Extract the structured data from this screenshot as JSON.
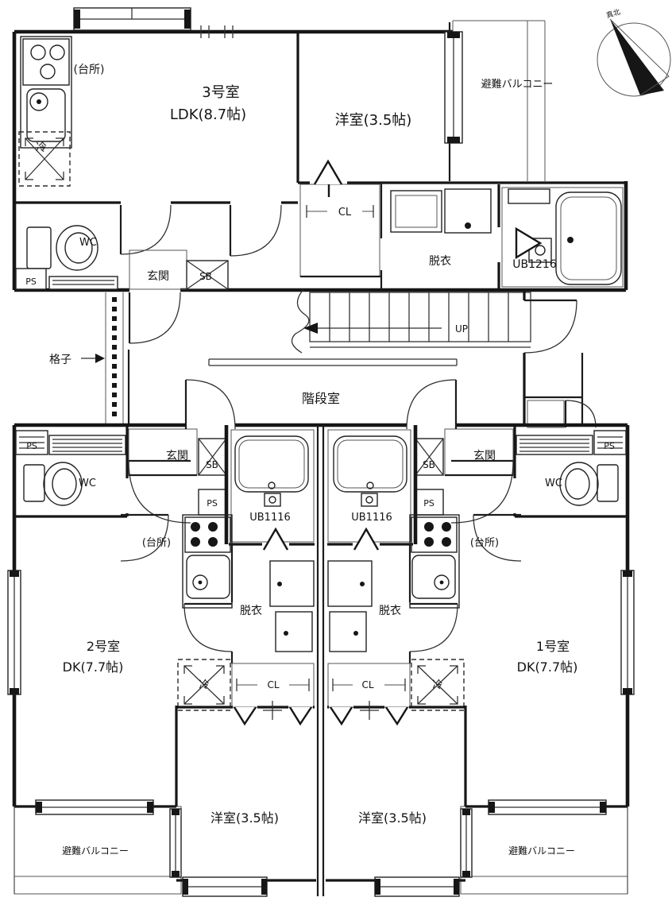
{
  "plan": {
    "compass_label": "真北",
    "stairwell": {
      "room": "階段室",
      "up": "UP",
      "lattice": "格子"
    },
    "unit3": {
      "name": "3号室",
      "size": "LDK(8.7帖)",
      "bedroom": "洋室(3.5帖)",
      "kitchen": "(台所)",
      "fridge": "冷",
      "wc": "WC",
      "entrance": "玄関",
      "shoe_box": "SB",
      "pipe_space": "PS",
      "closet": "CL",
      "dressing": "脱衣",
      "bath": "UB1216",
      "balcony": "避難バルコニー"
    },
    "unit2": {
      "name": "2号室",
      "size": "DK(7.7帖)",
      "bedroom": "洋室(3.5帖)",
      "kitchen": "(台所)",
      "fridge": "冷",
      "wc": "WC",
      "entrance": "玄関",
      "shoe_box": "SB",
      "pipe_space": "PS",
      "closet": "CL",
      "dressing": "脱衣",
      "bath": "UB1116",
      "balcony": "避難バルコニー"
    },
    "unit1": {
      "name": "1号室",
      "size": "DK(7.7帖)",
      "bedroom": "洋室(3.5帖)",
      "kitchen": "(台所)",
      "fridge": "冷",
      "wc": "WC",
      "entrance": "玄関",
      "shoe_box": "SB",
      "pipe_space": "PS",
      "closet": "CL",
      "dressing": "脱衣",
      "bath": "UB1116",
      "balcony": "避難バルコニー"
    }
  }
}
